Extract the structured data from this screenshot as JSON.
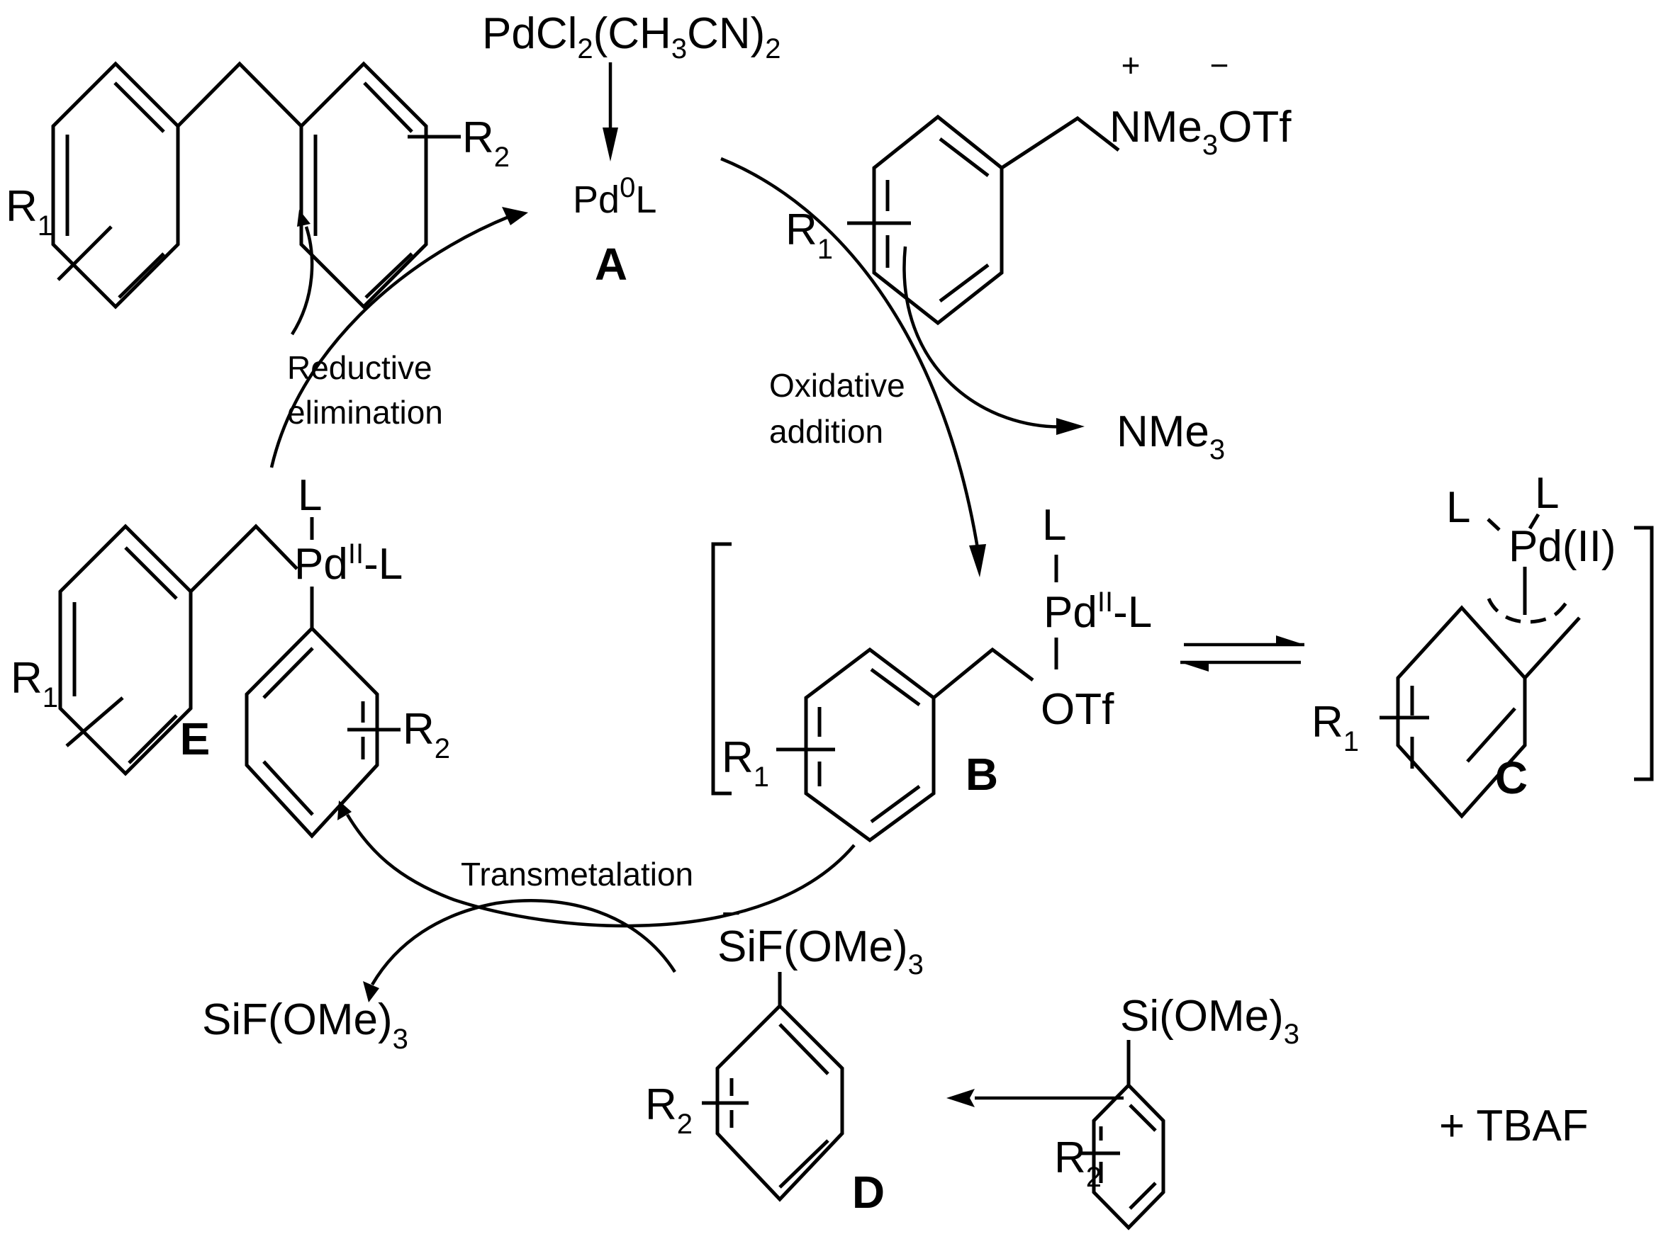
{
  "title": "Catalytic cycle: Pd-catalyzed cross-coupling of benzyltrimethylammonium triflates with aryltrimethoxysilanes",
  "colors": {
    "ink": "#000000",
    "background": "#ffffff"
  },
  "precatalyst": {
    "text_parts": [
      "PdCl",
      "2",
      "(CH",
      "3",
      "CN)",
      "2"
    ]
  },
  "intermediates": {
    "A": {
      "label": "A",
      "formula": [
        "Pd",
        "0",
        "L"
      ]
    },
    "B": {
      "label": "B",
      "substituent": [
        "R",
        "1"
      ],
      "pd": [
        "Pd",
        "II",
        "-L"
      ],
      "top_ligand": "L",
      "bottom_ligand": "OTf"
    },
    "C": {
      "label": "C",
      "substituent": [
        "R",
        "1"
      ],
      "pd": "Pd(II)",
      "ligand_left": "L",
      "ligand_right": "L"
    },
    "D": {
      "label": "D",
      "substituent": [
        "R",
        "2"
      ],
      "silicate": [
        "SiF(OMe)",
        "3"
      ],
      "charge": "−"
    },
    "E": {
      "label": "E",
      "substituent_1": [
        "R",
        "1"
      ],
      "substituent_2": [
        "R",
        "2"
      ],
      "pd": [
        "Pd",
        "II",
        "-L"
      ],
      "top_ligand": "L"
    }
  },
  "product": {
    "substituent_1": [
      "R",
      "1"
    ],
    "substituent_2": [
      "R",
      "2"
    ]
  },
  "substrate": {
    "substituent": [
      "R",
      "1"
    ],
    "ammonium": [
      "NMe",
      "3",
      "OTf"
    ],
    "plus": "+",
    "minus": "−"
  },
  "byproducts": {
    "amine": [
      "NMe",
      "3"
    ],
    "silane": [
      "SiF(OMe)",
      "3"
    ]
  },
  "reagents": {
    "silane": {
      "substituent": [
        "R",
        "2"
      ],
      "group": [
        "Si(OMe)",
        "3"
      ]
    },
    "fluoride": "+ TBAF"
  },
  "steps": {
    "oxidative_addition": [
      "Oxidative",
      "addition"
    ],
    "reductive_elimination": [
      "Reductive",
      "elimination"
    ],
    "transmetalation": "Transmetalation"
  }
}
